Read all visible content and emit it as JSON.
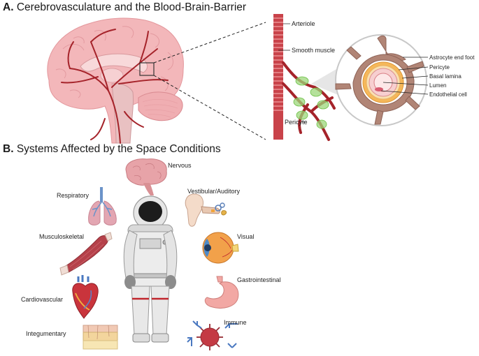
{
  "panel_a": {
    "letter": "A.",
    "title": "Cerebrovasculature and the Blood-Brain-Barrier",
    "vessel_labels": {
      "arteriole": "Arteriole",
      "smooth_muscle": "Smooth muscle",
      "pericyte": "Pericyte"
    },
    "crosssection_labels": {
      "astrocyte_end_foot": "Astrocyte end foot",
      "pericyte": "Pericyte",
      "basal_lamina": "Basal lamina",
      "lumen": "Lumen",
      "endothelial_cell": "Endothelial cell"
    }
  },
  "panel_b": {
    "letter": "B.",
    "title": "Systems Affected by the Space Conditions",
    "systems": {
      "nervous": "Nervous",
      "respiratory": "Respiratory",
      "vestibular": "Vestibular/Auditory",
      "musculoskeletal": "Musculoskeletal",
      "visual": "Visual",
      "gastrointestinal": "Gastrointestinal",
      "cardiovascular": "Cardiovascular",
      "immune": "Immune",
      "integumentary": "Integumentary"
    }
  },
  "colors": {
    "brain": "#f2b5b8",
    "vessel": "#a5232a",
    "pericyte": "#8fd16a",
    "astrocyte": "#a77a6e",
    "basal_lamina": "#f4b24a",
    "lumen": "#f7d6d6",
    "suit": "#ececec"
  }
}
